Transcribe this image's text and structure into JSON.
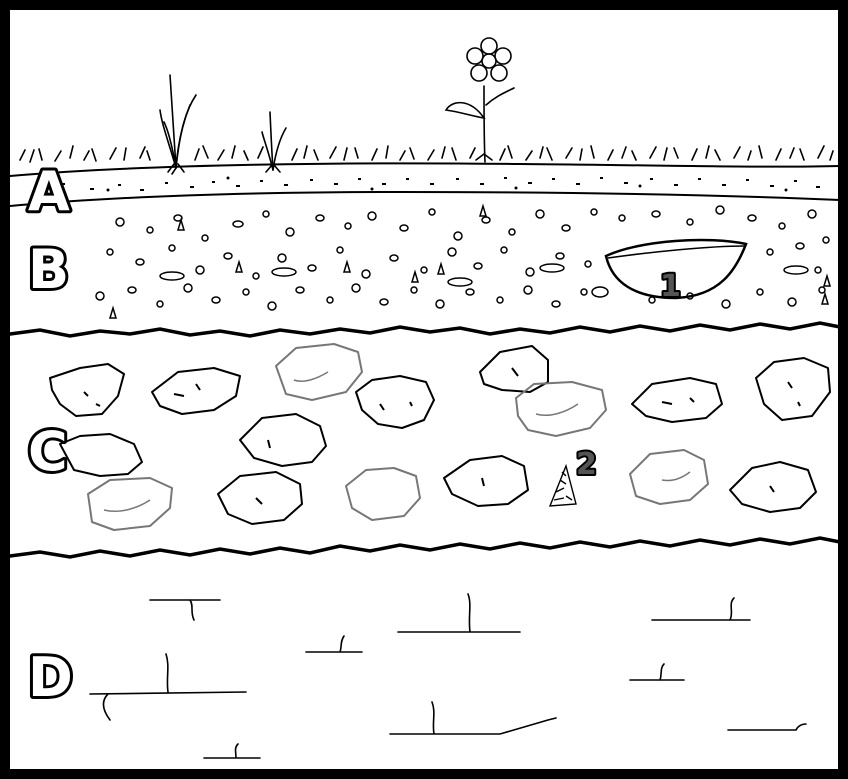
{
  "layers": [
    {
      "letter": "A"
    },
    {
      "letter": "B"
    },
    {
      "letter": "C"
    },
    {
      "letter": "D"
    }
  ],
  "finds": [
    {
      "number": "1"
    },
    {
      "number": "2"
    }
  ]
}
